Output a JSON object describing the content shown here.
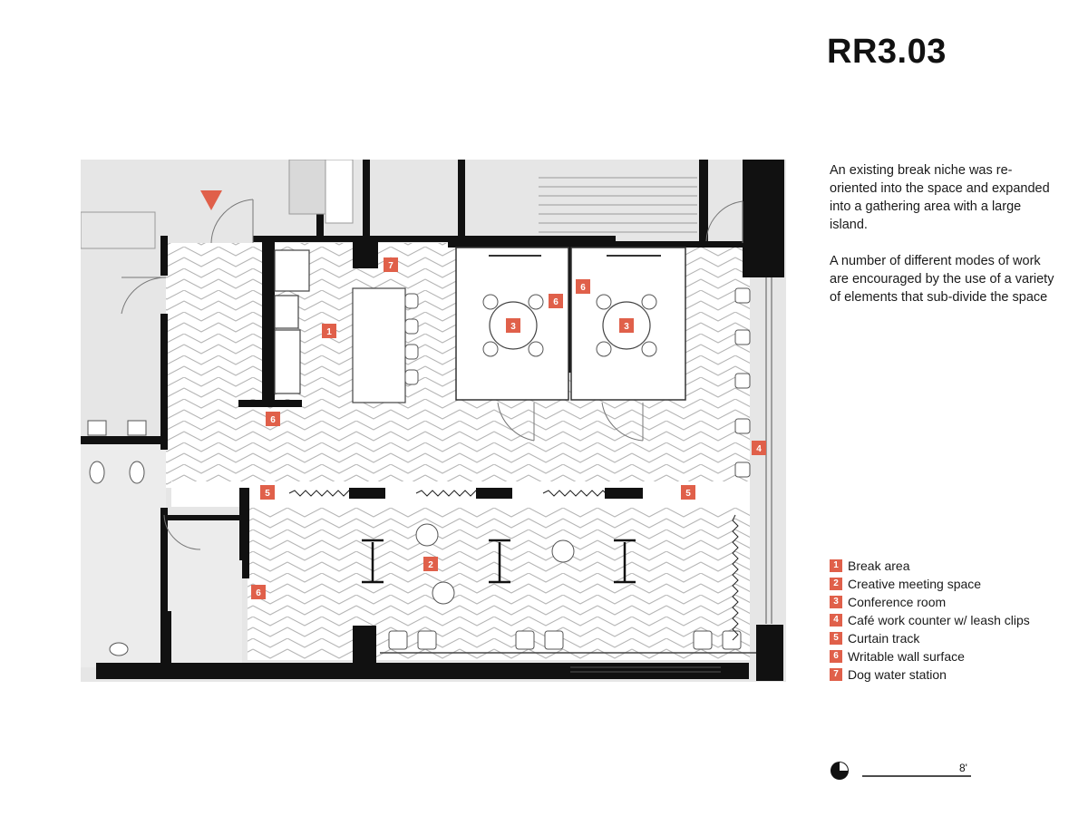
{
  "sheet": {
    "title": "RR3.03",
    "description": [
      "An existing break niche was re-oriented into the space and expanded into a gathering area with a large island.",
      "A number of different modes of work are encouraged by the use of a variety of elements that sub-divide the space"
    ]
  },
  "legend": [
    {
      "num": "1",
      "label": "Break area"
    },
    {
      "num": "2",
      "label": "Creative meeting space"
    },
    {
      "num": "3",
      "label": "Conference room"
    },
    {
      "num": "4",
      "label": "Café work counter w/ leash clips"
    },
    {
      "num": "5",
      "label": "Curtain track"
    },
    {
      "num": "6",
      "label": "Writable wall surface"
    },
    {
      "num": "7",
      "label": "Dog water station"
    }
  ],
  "plan_tags": [
    "1",
    "2",
    "3",
    "3",
    "4",
    "5",
    "5",
    "6",
    "6",
    "6",
    "6",
    "7"
  ],
  "scale": {
    "label": "8'"
  },
  "colors": {
    "accent": "#e0604a",
    "wall": "#111111",
    "surround": "#e6e6e6",
    "floor_pattern": "#b5b5b5"
  }
}
